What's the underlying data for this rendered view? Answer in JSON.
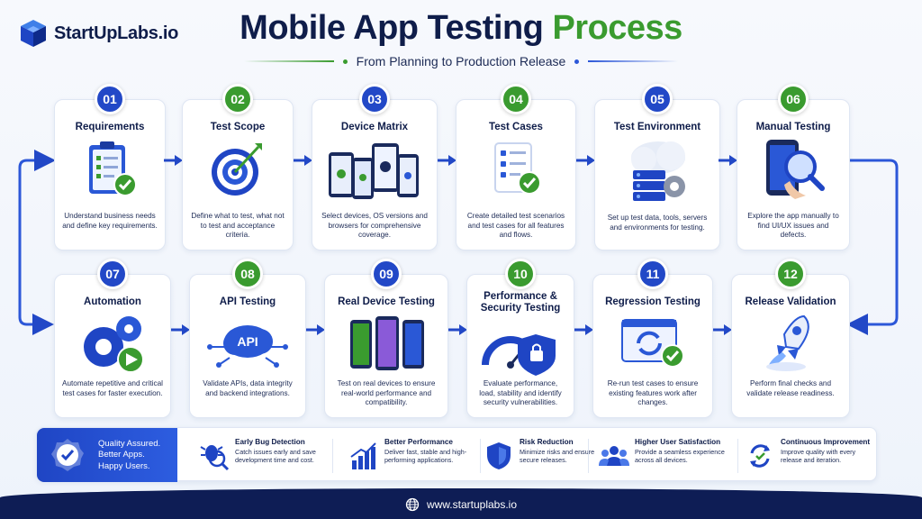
{
  "brand": {
    "name": "StartUpLabs.io"
  },
  "header": {
    "title_main": "Mobile App Testing ",
    "title_accent": "Process",
    "subtitle": "From Planning to Production Release"
  },
  "colors": {
    "navy": "#0f1d4a",
    "blue": "#2248c7",
    "green": "#3a9b2f"
  },
  "steps": [
    {
      "number": "01",
      "title": "Requirements",
      "desc": "Understand business needs and define key requirements.",
      "icon": "clipboard-checklist-icon",
      "badge": "blue"
    },
    {
      "number": "02",
      "title": "Test Scope",
      "desc": "Define what to test, what not to test and acceptance criteria.",
      "icon": "target-icon",
      "badge": "green"
    },
    {
      "number": "03",
      "title": "Device Matrix",
      "desc": "Select devices, OS versions and browsers for comprehensive coverage.",
      "icon": "devices-icon",
      "badge": "blue"
    },
    {
      "number": "04",
      "title": "Test Cases",
      "desc": "Create detailed test scenarios and test cases for all features and flows.",
      "icon": "test-document-icon",
      "badge": "green"
    },
    {
      "number": "05",
      "title": "Test Environment",
      "desc": "Set up test data, tools, servers and environments for testing.",
      "icon": "cloud-server-icon",
      "badge": "blue"
    },
    {
      "number": "06",
      "title": "Manual Testing",
      "desc": "Explore the app manually to find UI/UX issues and defects.",
      "icon": "phone-magnifier-icon",
      "badge": "green"
    },
    {
      "number": "07",
      "title": "Automation",
      "desc": "Automate repetitive and critical test cases for faster execution.",
      "icon": "gears-play-icon",
      "badge": "blue"
    },
    {
      "number": "08",
      "title": "API Testing",
      "desc": "Validate APIs, data integrity and backend integrations.",
      "icon": "api-cloud-icon",
      "badge": "green"
    },
    {
      "number": "09",
      "title": "Real Device Testing",
      "desc": "Test on real devices to ensure real-world performance and compatibility.",
      "icon": "phones-icon",
      "badge": "blue"
    },
    {
      "number": "10",
      "title": "Performance & Security Testing",
      "desc": "Evaluate performance, load, stability and identify security vulnerabilities.",
      "icon": "gauge-shield-icon",
      "badge": "green"
    },
    {
      "number": "11",
      "title": "Regression Testing",
      "desc": "Re-run test cases to ensure existing features work after changes.",
      "icon": "refresh-window-icon",
      "badge": "blue"
    },
    {
      "number": "12",
      "title": "Release Validation",
      "desc": "Perform final checks and validate release readiness.",
      "icon": "rocket-icon",
      "badge": "green"
    }
  ],
  "quality": {
    "line1": "Quality Assured.",
    "line2": "Better Apps.",
    "line3": "Happy Users."
  },
  "benefits": [
    {
      "title": "Early Bug Detection",
      "desc": "Catch issues early and save development time and cost.",
      "icon": "bug-magnifier-icon"
    },
    {
      "title": "Better Performance",
      "desc": "Deliver fast, stable and high-performing applications.",
      "icon": "growth-chart-icon"
    },
    {
      "title": "Risk Reduction",
      "desc": "Minimize risks and ensure secure releases.",
      "icon": "shield-icon"
    },
    {
      "title": "Higher User Satisfaction",
      "desc": "Provide a seamless experience across all devices.",
      "icon": "users-icon"
    },
    {
      "title": "Continuous Improvement",
      "desc": "Improve quality with every release and iteration.",
      "icon": "cycle-arrows-icon"
    }
  ],
  "footer": {
    "url": "www.startuplabs.io",
    "icon": "globe-icon"
  }
}
